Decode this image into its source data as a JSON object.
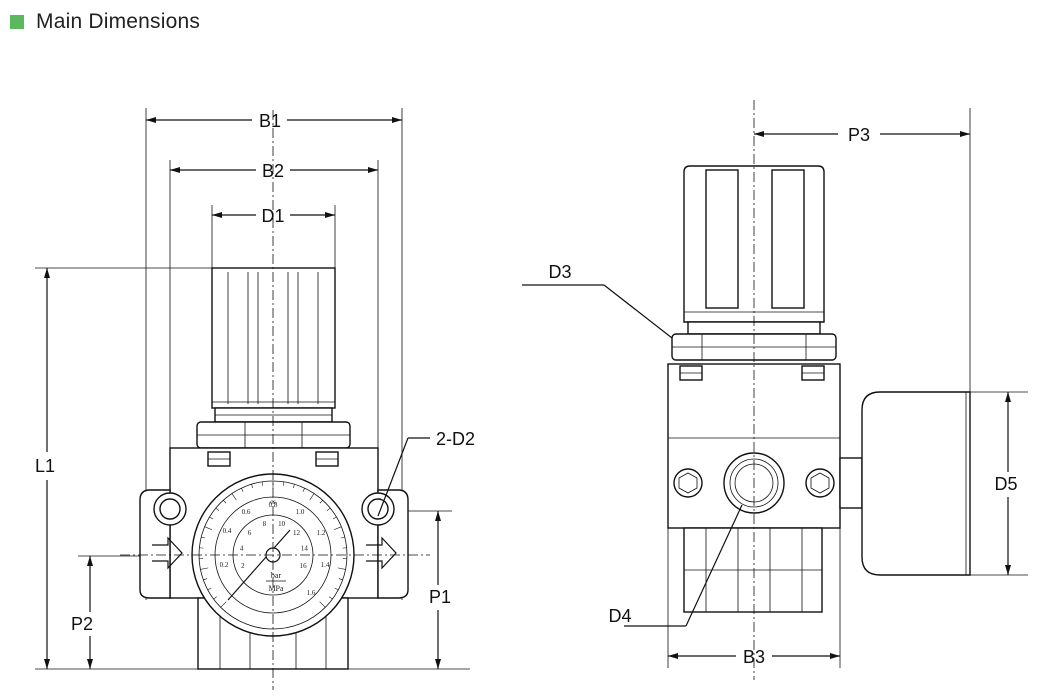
{
  "heading": {
    "text": "Main Dimensions",
    "marker_color": "#5cb85c"
  },
  "labels": {
    "B1": "B1",
    "B2": "B2",
    "D1": "D1",
    "L1": "L1",
    "P1": "P1",
    "P2": "P2",
    "D2": "2-D2",
    "D3": "D3",
    "P3": "P3",
    "D4": "D4",
    "D5": "D5",
    "B3": "B3"
  },
  "gauge": {
    "outer_ticks": [
      "0.6",
      "0.8",
      "1.0",
      "0.4",
      "1.2",
      "0.2",
      "1.4",
      "1.6"
    ],
    "inner_ticks": [
      "2",
      "4",
      "6",
      "8",
      "10",
      "12",
      "14",
      "16"
    ],
    "top_mark": "cs",
    "unit_top": "bar",
    "unit_bottom": "MPa"
  }
}
